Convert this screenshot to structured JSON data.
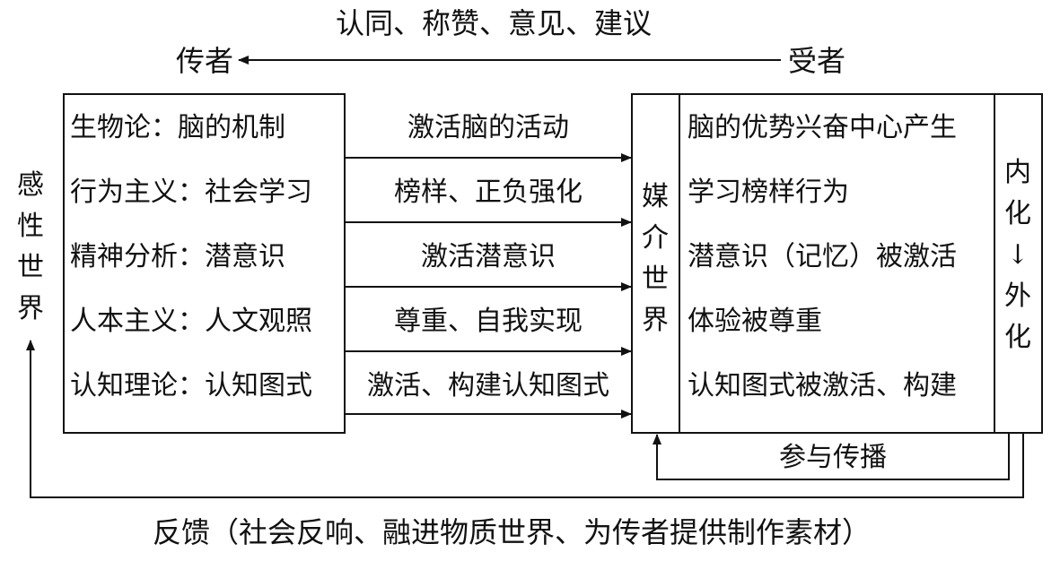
{
  "top": {
    "feedback_label": "认同、称赞、意见、建议",
    "sender": "传者",
    "receiver": "受者"
  },
  "left_world": [
    "感",
    "性",
    "世",
    "界"
  ],
  "theories": [
    {
      "theory": "生物论：脑的机制",
      "action": "激活脑的活动",
      "effect": "脑的优势兴奋中心产生"
    },
    {
      "theory": "行为主义：社会学习",
      "action": "榜样、正负强化",
      "effect": "学习榜样行为"
    },
    {
      "theory": "精神分析：潜意识",
      "action": "激活潜意识",
      "effect": "潜意识（记忆）被激活"
    },
    {
      "theory": "人本主义：人文观照",
      "action": "尊重、自我实现",
      "effect": "体验被尊重"
    },
    {
      "theory": "认知理论：认知图式",
      "action": "激活、构建认知图式",
      "effect": "认知图式被激活、构建"
    }
  ],
  "media_world": [
    "媒",
    "介",
    "世",
    "界"
  ],
  "internalize": [
    "内",
    "化",
    "↓",
    "外",
    "化"
  ],
  "participate": "参与传播",
  "bottom_feedback": "反馈（社会反响、融进物质世界、为传者提供制作素材）",
  "colors": {
    "ink": "#111111",
    "background": "#ffffff"
  }
}
